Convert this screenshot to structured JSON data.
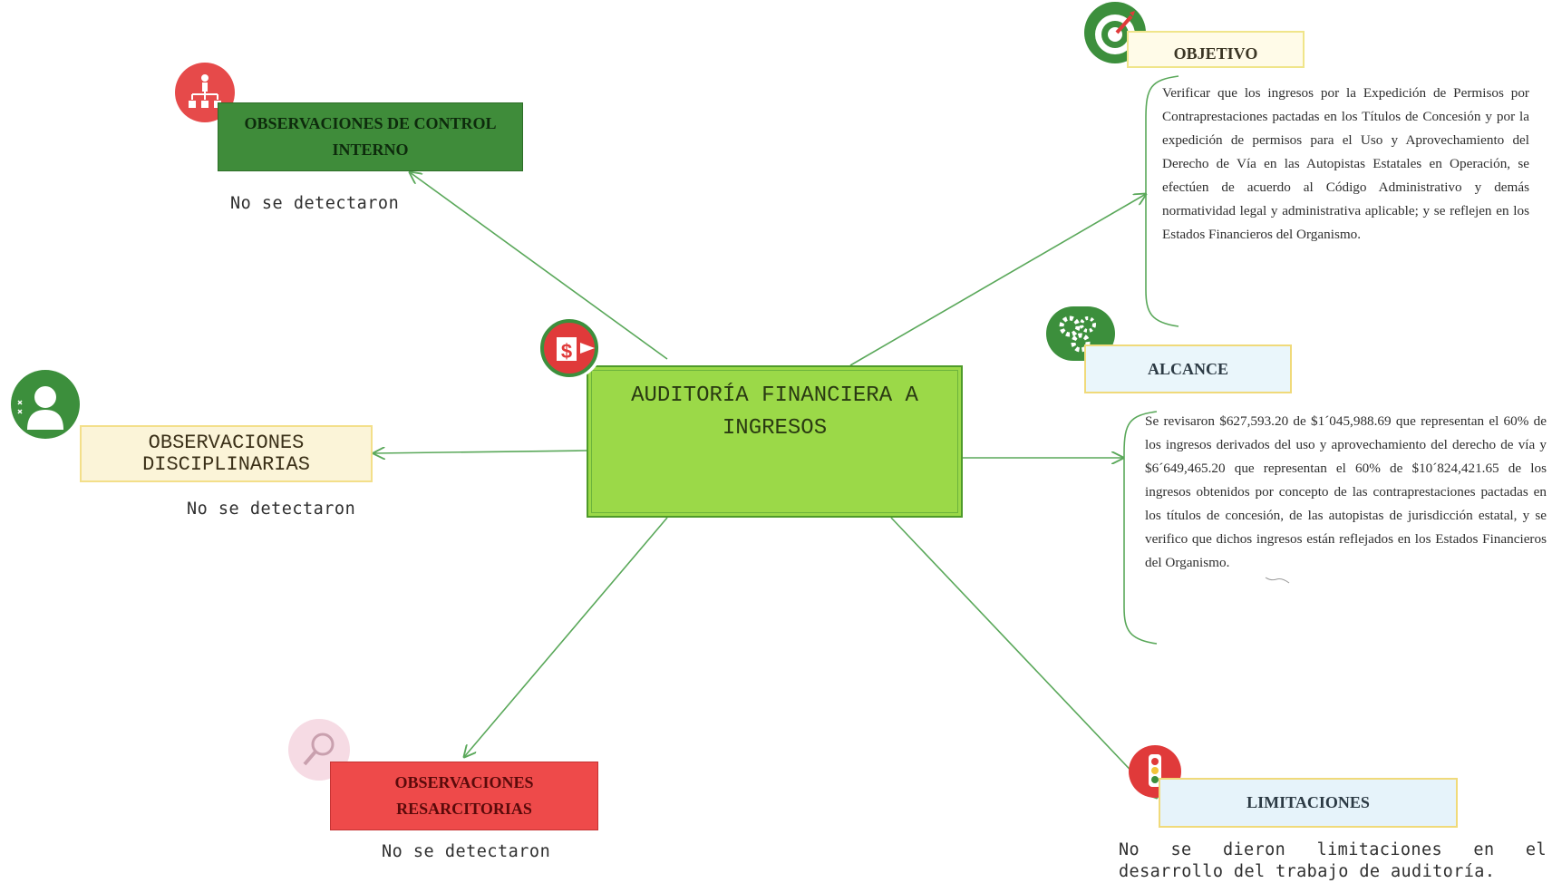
{
  "center": {
    "title": "AUDITORÍA FINANCIERA A INGRESOS"
  },
  "branches": {
    "control_interno": {
      "label": "OBSERVACIONES DE CONTROL INTERNO",
      "note": "No se detectaron"
    },
    "disciplinarias": {
      "label": "OBSERVACIONES DISCIPLINARIAS",
      "note": "No se detectaron"
    },
    "resarcitorias": {
      "label": "OBSERVACIONES RESARCITORIAS",
      "note": "No se detectaron"
    },
    "objetivo": {
      "label": "OBJETIVO",
      "text": "Verificar que los ingresos por la Expedición de Permisos por Contraprestaciones pactadas en los Títulos de Concesión y por la expedición de permisos para el Uso y Aprovechamiento del Derecho de Vía en las Autopistas Estatales en Operación, se efectúen de acuerdo al Código Administrativo y demás normatividad legal y administrativa aplicable; y se reflejen en los Estados Financieros del Organismo."
    },
    "alcance": {
      "label": "ALCANCE",
      "text": "Se revisaron $627,593.20 de $1´045,988.69 que representan el 60% de los ingresos derivados del uso y aprovechamiento del derecho de vía y $6´649,465.20 que representan el 60% de $10´824,421.65 de los ingresos obtenidos por concepto de las contraprestaciones pactadas en los títulos de concesión, de las autopistas de jurisdicción estatal, y se verifico que dichos ingresos están reflejados en los Estados Financieros del Organismo."
    },
    "limitaciones": {
      "label": "LIMITACIONES",
      "text": "No se dieron limitaciones en el desarrollo del trabajo de auditoría."
    }
  },
  "colors": {
    "connector": "#5aa85a",
    "center_fill": "#9bd948",
    "control_fill": "#3f8c3a",
    "resarcitorias_fill": "#ee4a4a",
    "icon_green": "#3c8f3c",
    "icon_red": "#e03a3a"
  },
  "icons": {
    "center": "hand-money-icon",
    "control_interno": "org-chart-icon",
    "disciplinarias": "person-icon",
    "resarcitorias": "magnifier-icon",
    "objetivo": "target-icon",
    "alcance": "gears-icon",
    "limitaciones": "traffic-light-icon"
  }
}
